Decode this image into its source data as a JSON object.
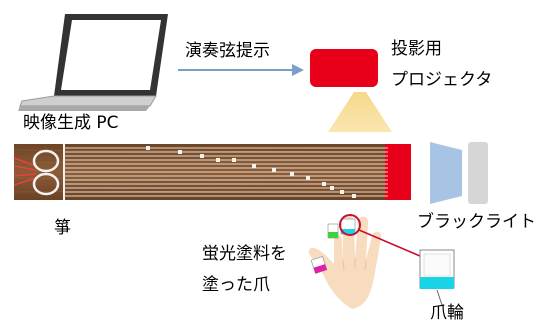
{
  "labels": {
    "pc": "映像生成 PC",
    "arrow": "演奏弦提示",
    "projector_line1": "投影用",
    "projector_line2": "プロジェクタ",
    "koto": "箏",
    "blacklight": "ブラックライト",
    "painted_nails_line1": "蛍光塗料を",
    "painted_nails_line2": "塗った爪",
    "nail_ring": "爪輪"
  },
  "colors": {
    "projector": "#e8001a",
    "beam": "#f7dc8e",
    "arrow": "#7a9fc9",
    "koto_wood": "#8a5a35",
    "koto_red": "#e8001a",
    "blacklight_blue": "#a8c4e4",
    "blacklight_gray": "#d6d6d6",
    "fluorescent_cyan": "#19d3e6",
    "fluorescent_magenta": "#e01ea6",
    "fluorescent_green": "#3fd13f",
    "callout_red": "#c8102e",
    "skin": "#f8dcc0"
  }
}
